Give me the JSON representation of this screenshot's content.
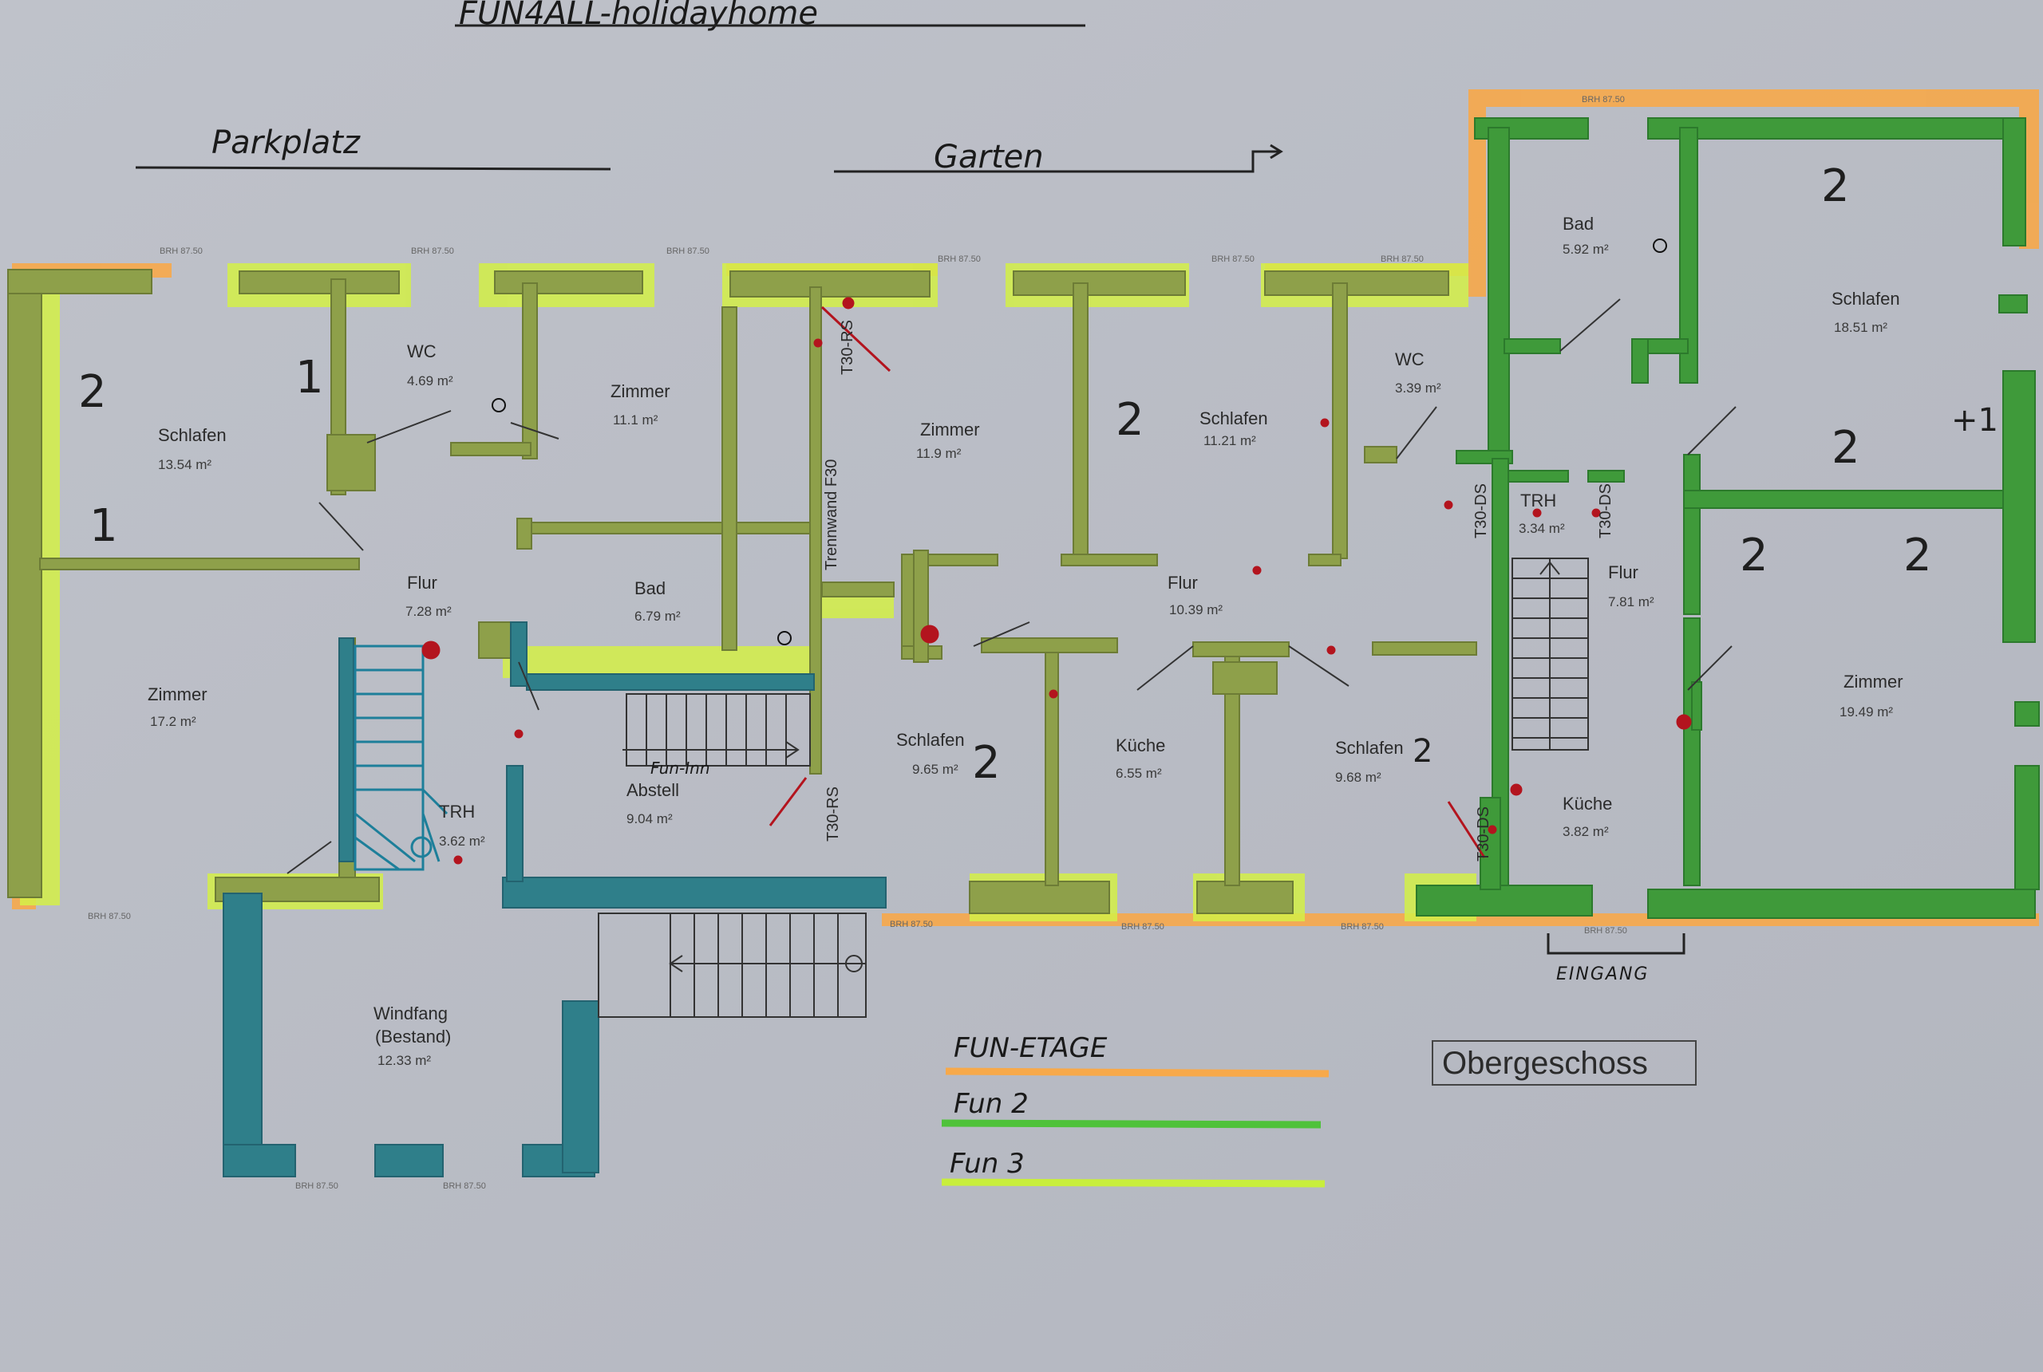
{
  "title": "FUN4ALL-holidayhome",
  "top_labels": {
    "parking": "Parkplatz",
    "garden": "Garten"
  },
  "rooms": [
    {
      "name": "Schlafen",
      "area": "13.54 m²"
    },
    {
      "name": "WC",
      "area": "4.69 m²"
    },
    {
      "name": "Zimmer",
      "area": "11.1 m²"
    },
    {
      "name": "Zimmer",
      "area": "11.9 m²"
    },
    {
      "name": "Schlafen",
      "area": "11.21 m²"
    },
    {
      "name": "WC",
      "area": "3.39 m²"
    },
    {
      "name": "Bad",
      "area": "5.92 m²"
    },
    {
      "name": "Schlafen",
      "area": "18.51 m²"
    },
    {
      "name": "Zimmer",
      "area": "17.2 m²"
    },
    {
      "name": "Flur",
      "area": "7.28 m²"
    },
    {
      "name": "Bad",
      "area": "6.79 m²"
    },
    {
      "name": "Flur",
      "area": "10.39 m²"
    },
    {
      "name": "TRH",
      "area": "3.34 m²"
    },
    {
      "name": "Flur",
      "area": "7.81 m²"
    },
    {
      "name": "Zimmer",
      "area": "19.49 m²"
    },
    {
      "name": "Schlafen",
      "area": "9.65 m²"
    },
    {
      "name": "Küche",
      "area": "6.55 m²"
    },
    {
      "name": "Schlafen",
      "area": "9.68 m²"
    },
    {
      "name": "Abstell",
      "area": "9.04 m²"
    },
    {
      "name": "TRH",
      "area": "3.62 m²"
    },
    {
      "name": "Küche",
      "area": "3.82 m²"
    },
    {
      "name": "Windfang",
      "sub": "(Bestand)",
      "area": "12.33 m²"
    }
  ],
  "labels": {
    "trennwand": "Trennwand F30",
    "t30rs": "T30-RS",
    "t30ds": "T30-DS",
    "fun_inn": "Fun-Inn",
    "entrance": "EINGANG",
    "floor": "Obergeschoss",
    "brh": "BRH 87.50"
  },
  "handwritten_numbers": {
    "two": "2",
    "one": "1",
    "plus_one": "+1"
  },
  "legend": [
    {
      "label": "FUN-ETAGE",
      "color": "#f7a94a"
    },
    {
      "label": "Fun 2",
      "color": "#4fc23a"
    },
    {
      "label": "Fun 3",
      "color": "#c8ee3c"
    }
  ],
  "colors": {
    "paper": "#b9bcc4",
    "orange": "#f7a94a",
    "yellow": "#c8ee3c",
    "green": "#3f9a3a",
    "olive": "#8ea04a",
    "teal": "#2f7f8a",
    "red": "#b3141e"
  }
}
